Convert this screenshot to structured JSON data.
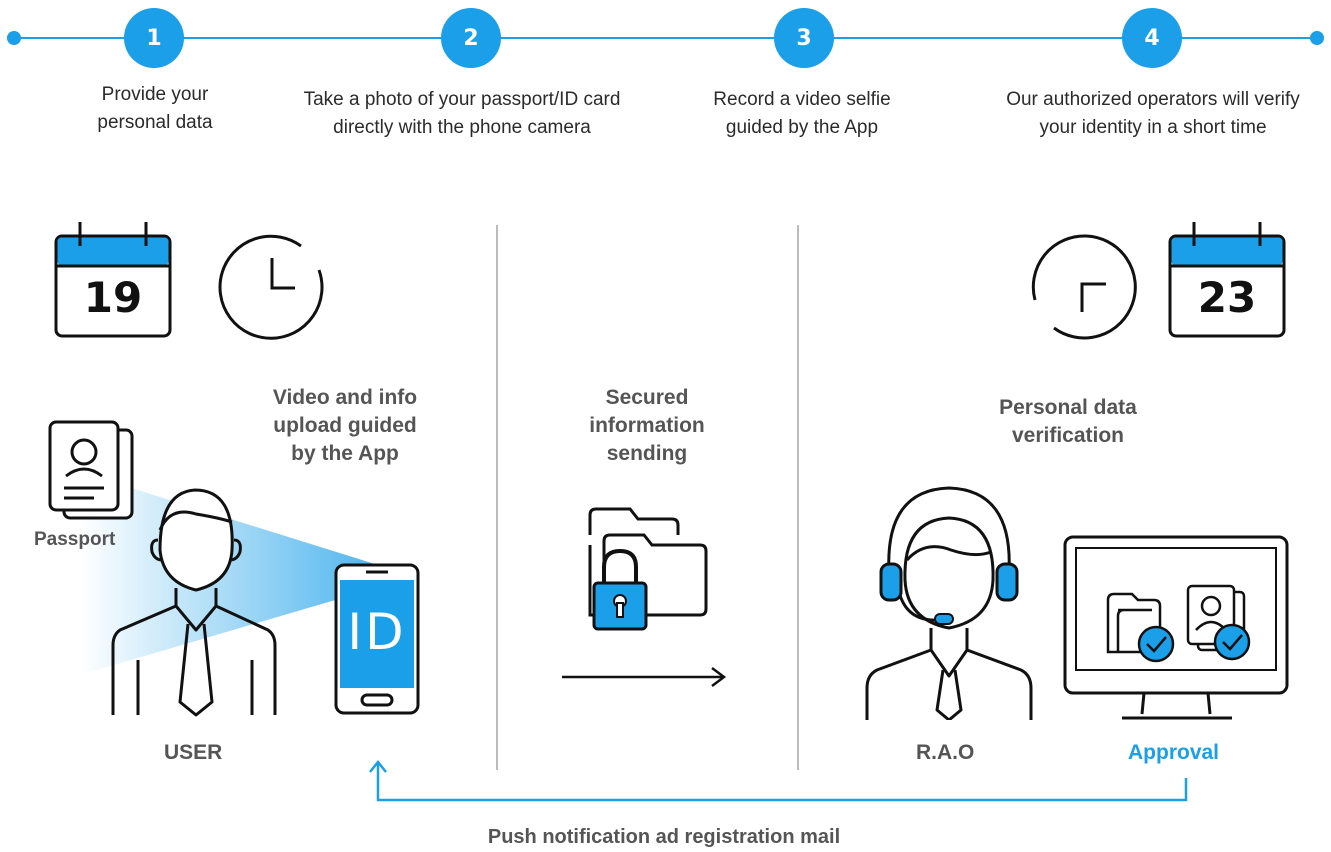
{
  "steps": [
    {
      "number": "1",
      "lines": [
        "Provide your",
        "personal data"
      ]
    },
    {
      "number": "2",
      "lines": [
        "Take a photo of your passport/ID card",
        "directly with the phone camera"
      ]
    },
    {
      "number": "3",
      "lines": [
        "Record a video selfie",
        "guided by the App"
      ]
    },
    {
      "number": "4",
      "lines": [
        "Our authorized operators will verify",
        "your identity in a short time"
      ]
    }
  ],
  "calendar_left": "19",
  "calendar_right": "23",
  "user_panel": {
    "caption_lines": [
      "Video and info",
      "upload guided",
      "by the App"
    ],
    "passport_label": "Passport",
    "user_label": "USER",
    "phone_glyph": "ID"
  },
  "middle_panel": {
    "caption_lines": [
      "Secured",
      "information",
      "sending"
    ]
  },
  "right_panel": {
    "caption_lines": [
      "Personal data",
      "verification"
    ],
    "rao_label": "R.A.O",
    "approval_label": "Approval"
  },
  "footer_label": "Push notification ad registration mail",
  "colors": {
    "accent": "#1a9fe8",
    "text_dark": "#2b2b2b",
    "text_grey": "#555555",
    "divider": "#bbbbbb"
  },
  "icons": [
    "calendar-icon",
    "clock-icon",
    "passport-icon",
    "user-icon",
    "smartphone-icon",
    "folder-lock-icon",
    "arrow-right-icon",
    "operator-headset-icon",
    "monitor-icon",
    "checkmark-icon"
  ]
}
